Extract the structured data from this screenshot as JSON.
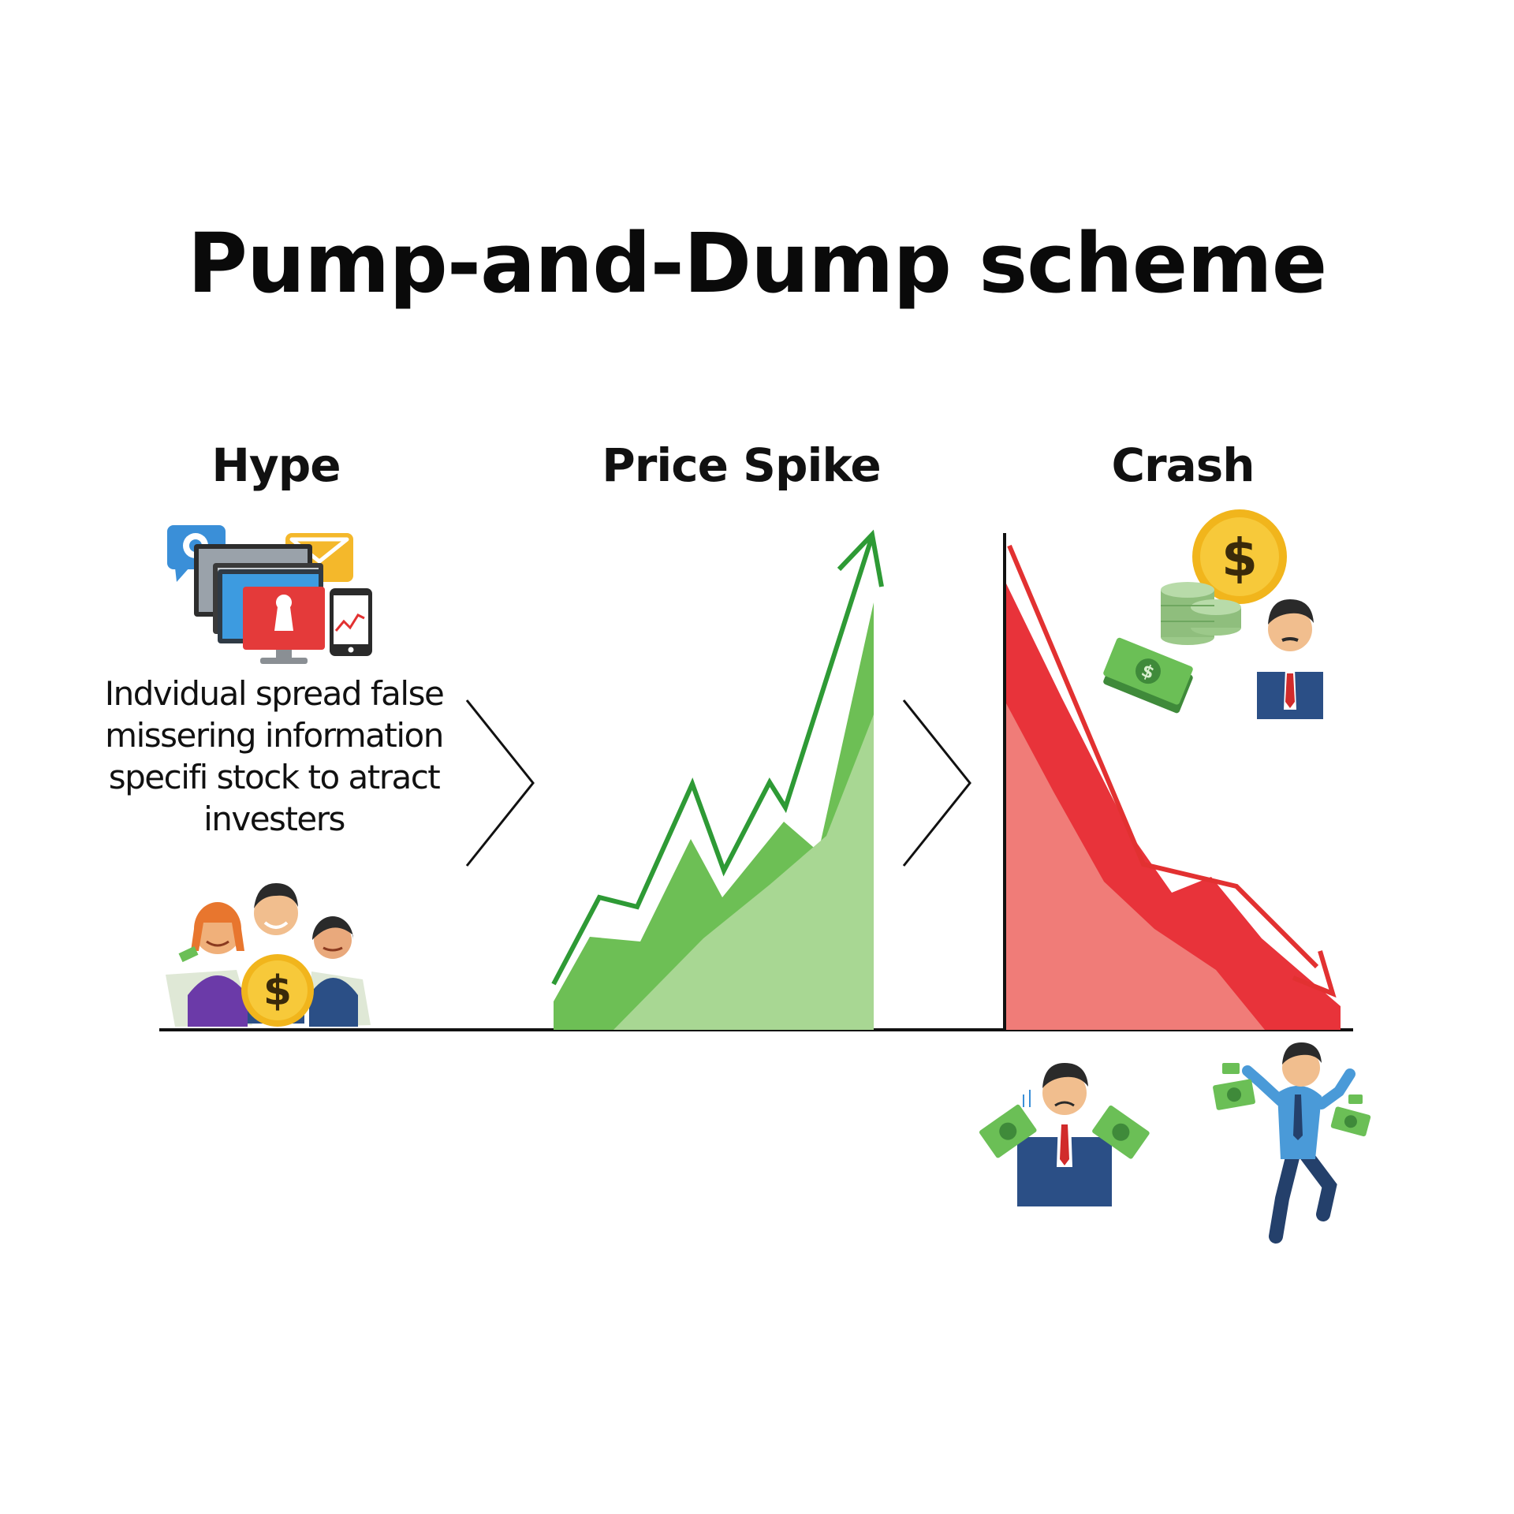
{
  "title": "Pump-and-Dump scheme",
  "stages": {
    "hype": {
      "label": "Hype",
      "description": "Indvidual spread false missering information specifi stock to atract investers"
    },
    "spike": {
      "label": "Price Spike"
    },
    "crash": {
      "label": "Crash"
    }
  },
  "icons": {
    "money_symbol": "$"
  },
  "colors": {
    "rise_line": "#2e9a35",
    "rise_fill_dark": "#6dbf55",
    "rise_fill_light": "#a8d793",
    "crash_line": "#e23131",
    "crash_fill_dark": "#e8333a",
    "crash_fill_light": "#f07c78",
    "axis": "#111111"
  }
}
